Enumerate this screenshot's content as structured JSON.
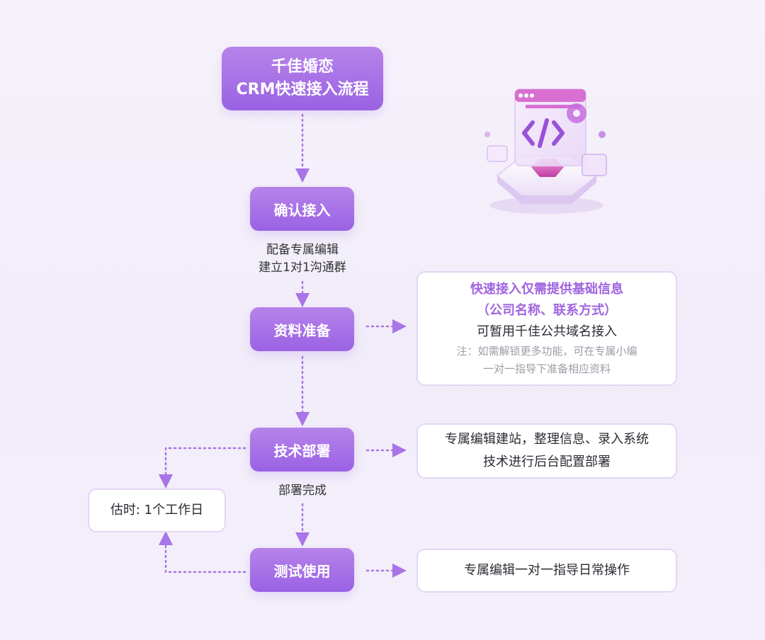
{
  "title": {
    "line1": "千佳婚恋",
    "line2": "CRM快速接入流程"
  },
  "steps": {
    "confirm": "确认接入",
    "prepare": "资料准备",
    "deploy": "技术部署",
    "test": "测试使用"
  },
  "labels": {
    "after_confirm_1": "配备专属编辑",
    "after_confirm_2": "建立1对1沟通群",
    "after_deploy": "部署完成"
  },
  "estimate": "估时: 1个工作日",
  "cards": {
    "prepare": {
      "highlight_1": "快速接入仅需提供基础信息",
      "highlight_2": "（公司名称、联系方式）",
      "line": "可暂用千佳公共域名接入",
      "note_1": "注：如需解锁更多功能，可在专属小编",
      "note_2": "一对一指导下准备相应资料"
    },
    "deploy": {
      "line1": "专属编辑建站，整理信息、录入系统",
      "line2": "技术进行后台配置部署"
    },
    "test": {
      "line1": "专属编辑一对一指导日常操作"
    }
  },
  "colors": {
    "accent": "#a064e0",
    "node_top": "#b683ea",
    "node_bottom": "#9a62e3",
    "card_border": "#e3d6f3",
    "connector": "#a974e6"
  },
  "icons": {
    "illustration": "code-window-icon"
  }
}
